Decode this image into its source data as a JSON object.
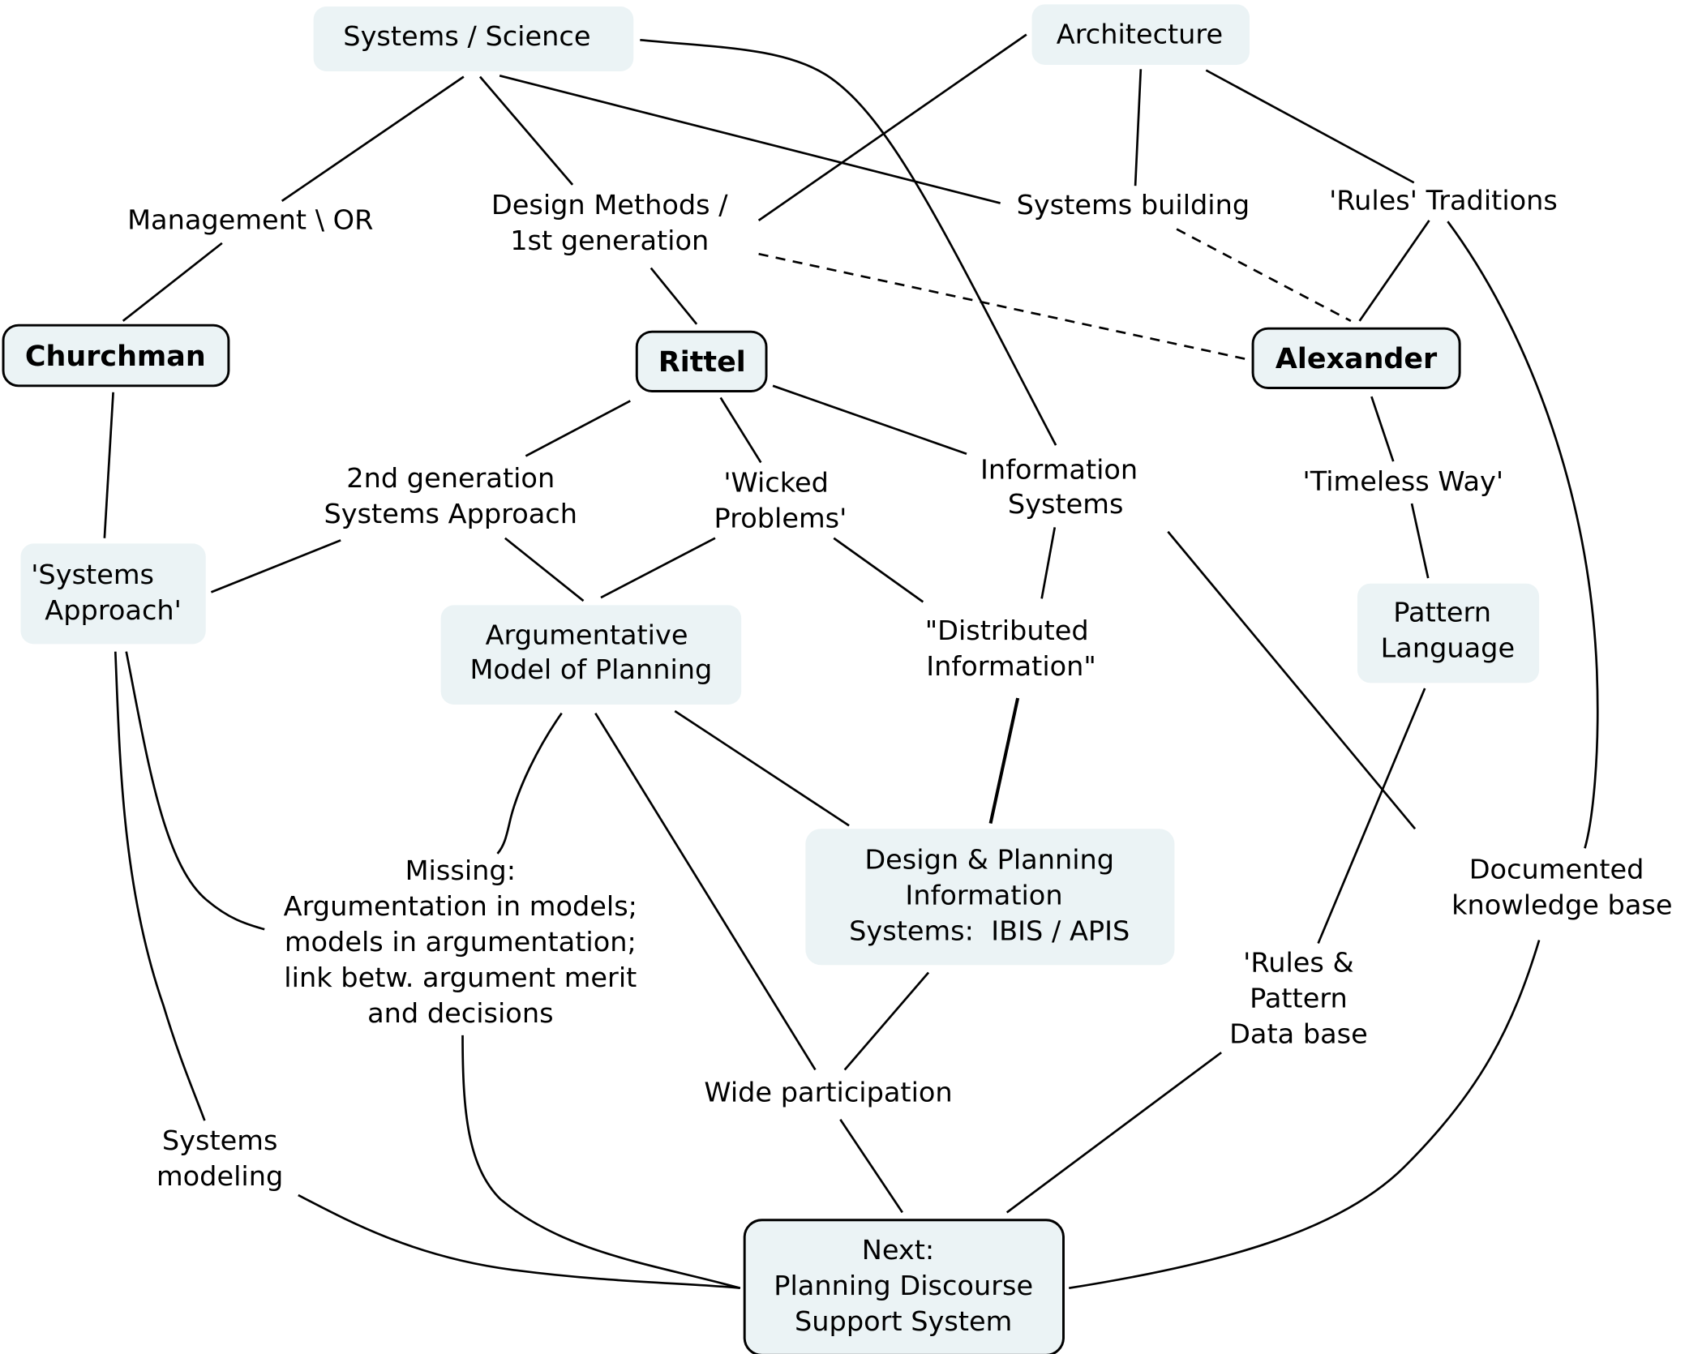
{
  "title": "Concept map: Systems / Science, Architecture, Churchman, Rittel, Alexander leading to Planning Discourse Support System",
  "colors": {
    "node_fill": "#ebf3f5",
    "line": "#000000",
    "background": "#ffffff"
  },
  "nodes": {
    "systems_science": {
      "lines": [
        "Systems / Science"
      ]
    },
    "architecture": {
      "lines": [
        "Architecture"
      ]
    },
    "management_or": {
      "lines": [
        "Management \\ OR"
      ]
    },
    "design_methods": {
      "lines": [
        "Design Methods /",
        "1st generation"
      ]
    },
    "systems_building": {
      "lines": [
        "Systems building"
      ]
    },
    "rules_traditions": {
      "lines": [
        "'Rules' Traditions"
      ]
    },
    "churchman": {
      "lines": [
        "Churchman"
      ]
    },
    "rittel": {
      "lines": [
        "Rittel"
      ]
    },
    "alexander": {
      "lines": [
        "Alexander"
      ]
    },
    "second_generation": {
      "lines": [
        "2nd generation",
        "Systems Approach"
      ]
    },
    "wicked_problems": {
      "lines": [
        "'Wicked",
        "Problems'"
      ]
    },
    "information_systems": {
      "lines": [
        "Information",
        "Systems"
      ]
    },
    "timeless_way": {
      "lines": [
        "'Timeless Way'"
      ]
    },
    "systems_approach": {
      "lines": [
        "'Systems",
        "Approach'"
      ]
    },
    "argumentative_model": {
      "lines": [
        "Argumentative",
        "Model of Planning"
      ]
    },
    "distributed_information": {
      "lines": [
        "\"Distributed",
        "Information\""
      ]
    },
    "pattern_language": {
      "lines": [
        "Pattern",
        "Language"
      ]
    },
    "missing": {
      "lines": [
        "Missing:",
        "Argumentation in models;",
        "models in argumentation;",
        "link betw. argument merit",
        "and decisions"
      ]
    },
    "dpis": {
      "lines": [
        "Design & Planning",
        "Information",
        "Systems:  IBIS / APIS"
      ]
    },
    "documented_kb": {
      "lines": [
        "Documented",
        "knowledge base"
      ]
    },
    "rules_pattern_db": {
      "lines": [
        "'Rules &",
        "Pattern",
        "Data base"
      ]
    },
    "wide_participation": {
      "lines": [
        "Wide participation"
      ]
    },
    "systems_modeling": {
      "lines": [
        "Systems",
        "modeling"
      ]
    },
    "next": {
      "lines": [
        "Next:",
        "Planning Discourse",
        "Support System"
      ]
    }
  },
  "edges": [
    {
      "from": "systems_science",
      "to": "management_or",
      "style": "solid"
    },
    {
      "from": "management_or",
      "to": "churchman",
      "style": "solid"
    },
    {
      "from": "systems_science",
      "to": "design_methods",
      "style": "solid"
    },
    {
      "from": "systems_science",
      "to": "systems_building",
      "style": "solid"
    },
    {
      "from": "systems_science",
      "to": "information_systems",
      "style": "solid"
    },
    {
      "from": "architecture",
      "to": "design_methods",
      "style": "solid"
    },
    {
      "from": "architecture",
      "to": "systems_building",
      "style": "solid"
    },
    {
      "from": "architecture",
      "to": "rules_traditions",
      "style": "solid"
    },
    {
      "from": "design_methods",
      "to": "rittel",
      "style": "solid"
    },
    {
      "from": "design_methods",
      "to": "alexander",
      "style": "dashed"
    },
    {
      "from": "systems_building",
      "to": "alexander",
      "style": "dashed"
    },
    {
      "from": "rules_traditions",
      "to": "alexander",
      "style": "solid"
    },
    {
      "from": "rules_traditions",
      "to": "documented_kb",
      "style": "solid"
    },
    {
      "from": "churchman",
      "to": "systems_approach",
      "style": "solid"
    },
    {
      "from": "rittel",
      "to": "second_generation",
      "style": "solid"
    },
    {
      "from": "rittel",
      "to": "wicked_problems",
      "style": "solid"
    },
    {
      "from": "rittel",
      "to": "information_systems",
      "style": "solid"
    },
    {
      "from": "second_generation",
      "to": "systems_approach",
      "style": "solid"
    },
    {
      "from": "second_generation",
      "to": "argumentative_model",
      "style": "solid"
    },
    {
      "from": "wicked_problems",
      "to": "argumentative_model",
      "style": "solid"
    },
    {
      "from": "wicked_problems",
      "to": "distributed_information",
      "style": "solid"
    },
    {
      "from": "information_systems",
      "to": "distributed_information",
      "style": "solid"
    },
    {
      "from": "information_systems",
      "to": "documented_kb",
      "style": "solid"
    },
    {
      "from": "alexander",
      "to": "timeless_way",
      "style": "solid"
    },
    {
      "from": "timeless_way",
      "to": "pattern_language",
      "style": "solid"
    },
    {
      "from": "pattern_language",
      "to": "rules_pattern_db",
      "style": "solid"
    },
    {
      "from": "distributed_information",
      "to": "dpis",
      "style": "solid"
    },
    {
      "from": "argumentative_model",
      "to": "dpis",
      "style": "solid"
    },
    {
      "from": "argumentative_model",
      "to": "missing",
      "style": "solid"
    },
    {
      "from": "argumentative_model",
      "to": "wide_participation",
      "style": "solid"
    },
    {
      "from": "dpis",
      "to": "wide_participation",
      "style": "solid"
    },
    {
      "from": "systems_approach",
      "to": "missing",
      "style": "solid"
    },
    {
      "from": "systems_approach",
      "to": "systems_modeling",
      "style": "solid"
    },
    {
      "from": "systems_modeling",
      "to": "next",
      "style": "solid"
    },
    {
      "from": "missing",
      "to": "next",
      "style": "solid"
    },
    {
      "from": "wide_participation",
      "to": "next",
      "style": "solid"
    },
    {
      "from": "rules_pattern_db",
      "to": "next",
      "style": "solid"
    },
    {
      "from": "documented_kb",
      "to": "next",
      "style": "solid"
    }
  ]
}
